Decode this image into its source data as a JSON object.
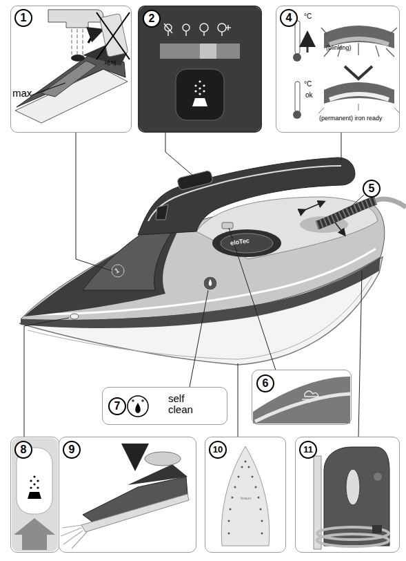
{
  "diagram": {
    "nodes": [
      {
        "text": [
          "1",
          "max",
          "세제"
        ]
      },
      {
        "text": [
          "2"
        ]
      },
      {
        "text": [
          "4",
          "°C",
          "(blinking)",
          "°C",
          "ok",
          "(permanent) iron ready"
        ]
      },
      {
        "text": [
          "5"
        ]
      },
      {
        "text": [
          "6"
        ]
      },
      {
        "text": [
          "7",
          "self clean"
        ]
      },
      {
        "text": [
          "8"
        ]
      },
      {
        "text": [
          "9"
        ]
      },
      {
        "text": [
          "10"
        ]
      },
      {
        "text": [
          "11"
        ]
      }
    ],
    "labels": [
      "1",
      "eloTec",
      "braun"
    ]
  }
}
